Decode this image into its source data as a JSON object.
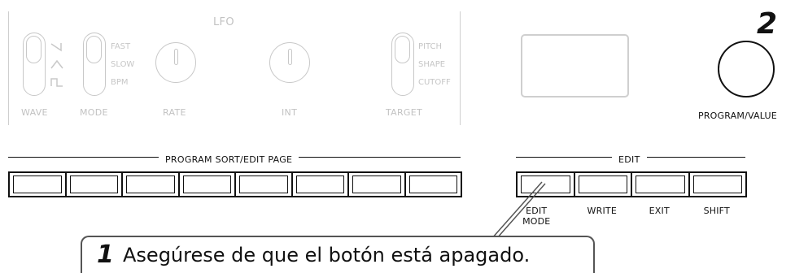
{
  "lfo": {
    "title": "LFO",
    "wave": {
      "label": "WAVE",
      "icons": [
        "ramp-wave-icon",
        "triangle-wave-icon",
        "square-wave-icon"
      ]
    },
    "mode": {
      "label": "MODE",
      "options": [
        "FAST",
        "SLOW",
        "BPM"
      ]
    },
    "rate": {
      "label": "RATE"
    },
    "int": {
      "label": "INT"
    },
    "target": {
      "label": "TARGET",
      "options": [
        "PITCH",
        "SHAPE",
        "CUTOFF"
      ]
    }
  },
  "program_value": {
    "label": "PROGRAM/VALUE",
    "step_number": "2"
  },
  "program_sort": {
    "title": "PROGRAM SORT/EDIT PAGE",
    "pad_count": 8
  },
  "edit": {
    "title": "EDIT",
    "buttons": [
      {
        "line1": "EDIT",
        "line2": "MODE"
      },
      {
        "line1": "WRITE",
        "line2": ""
      },
      {
        "line1": "EXIT",
        "line2": ""
      },
      {
        "line1": "SHIFT",
        "line2": ""
      }
    ]
  },
  "callout": {
    "step_number": "1",
    "text": "Asegúrese de que el botón está apagado."
  },
  "colors": {
    "faint": "#c8c8c8",
    "ink": "#111111"
  }
}
